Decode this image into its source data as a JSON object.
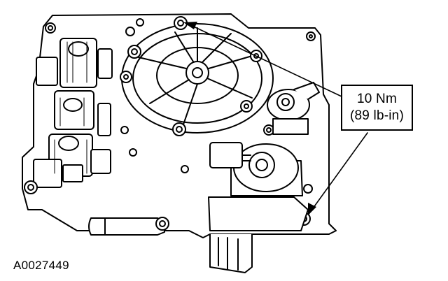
{
  "callout": {
    "line1": "10 Nm",
    "line2": "(89 lb-in)"
  },
  "figure": {
    "id": "A0027449"
  },
  "colors": {
    "ink": "#000000",
    "paper": "#ffffff"
  }
}
